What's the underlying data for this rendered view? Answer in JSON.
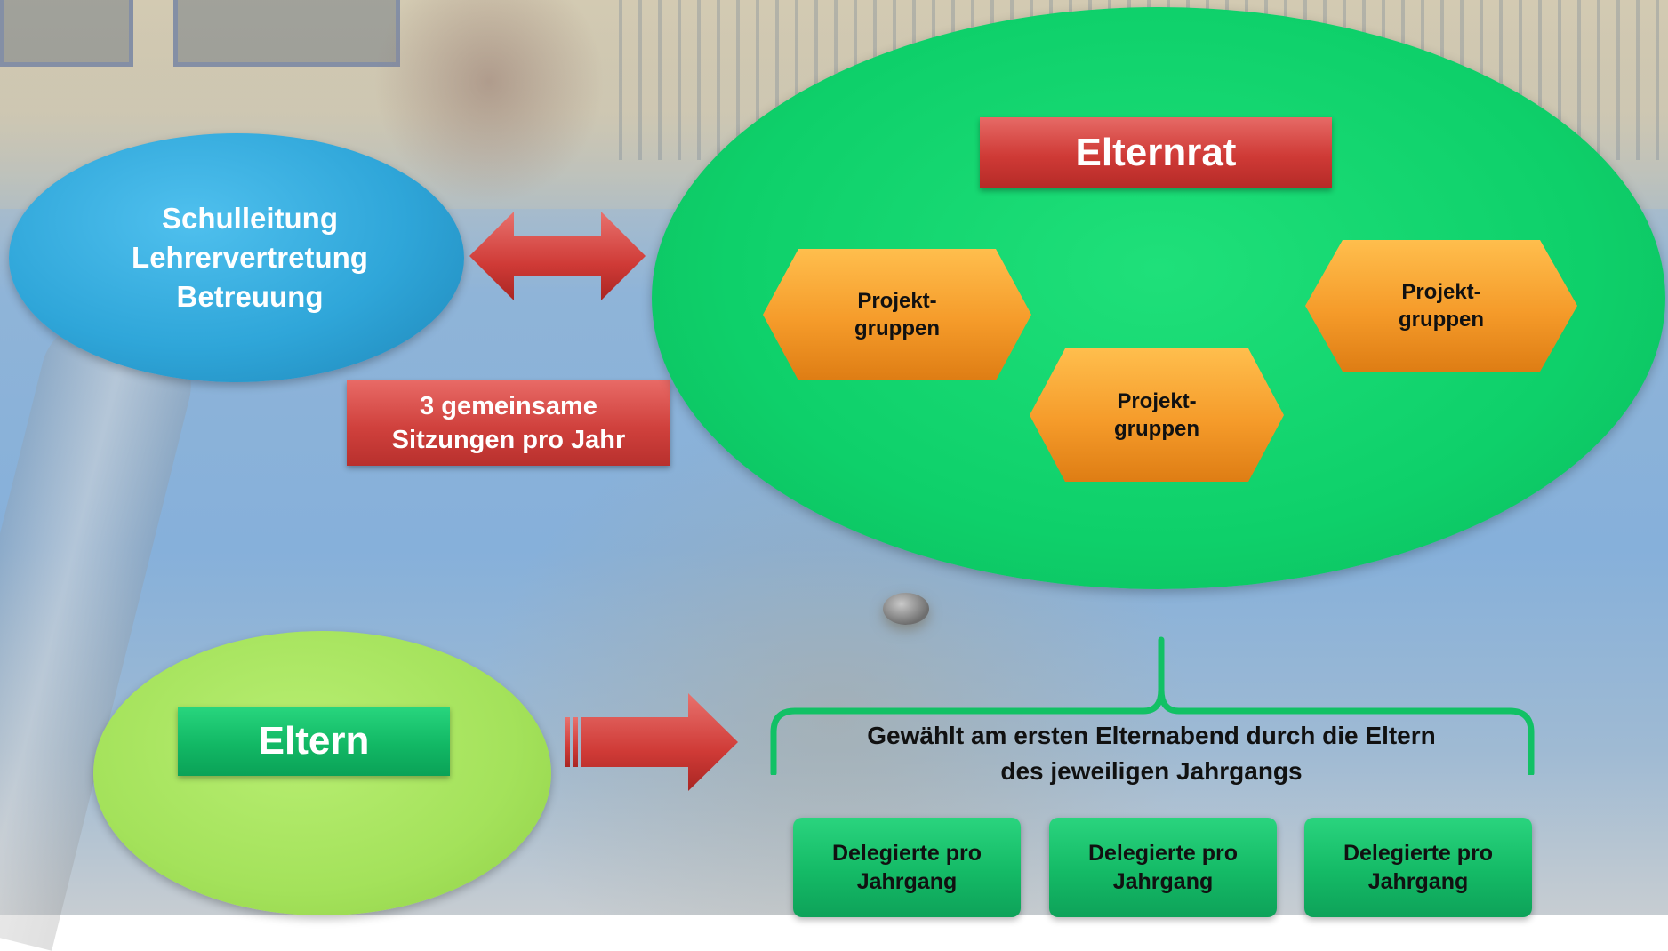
{
  "nodes": {
    "school": {
      "lines": [
        "Schulleitung",
        "Lehrervertretung",
        "Betreuung"
      ],
      "color": "#2fa6d9"
    },
    "elternrat": {
      "label": "Elternrat",
      "color": "#0ed06a"
    },
    "sitzungen": {
      "lines": [
        "3 gemeinsame",
        "Sitzungen pro Jahr"
      ]
    },
    "projektgruppen": [
      {
        "lines": [
          "Projekt-",
          "gruppen"
        ]
      },
      {
        "lines": [
          "Projekt-",
          "gruppen"
        ]
      },
      {
        "lines": [
          "Projekt-",
          "gruppen"
        ]
      }
    ],
    "eltern": {
      "label": "Eltern",
      "color": "#a4e25b"
    },
    "caption": {
      "lines": [
        "Gewählt am ersten Elternabend durch die Eltern",
        "des jeweiligen Jahrgangs"
      ]
    },
    "delegierte": [
      {
        "lines": [
          "Delegierte pro",
          "Jahrgang"
        ]
      },
      {
        "lines": [
          "Delegierte pro",
          "Jahrgang"
        ]
      },
      {
        "lines": [
          "Delegierte pro",
          "Jahrgang"
        ]
      }
    ]
  },
  "colors": {
    "red_box": "#cf3a36",
    "orange_hex": "#f59b2a",
    "green_box": "#14ba66",
    "brace": "#12c165"
  }
}
